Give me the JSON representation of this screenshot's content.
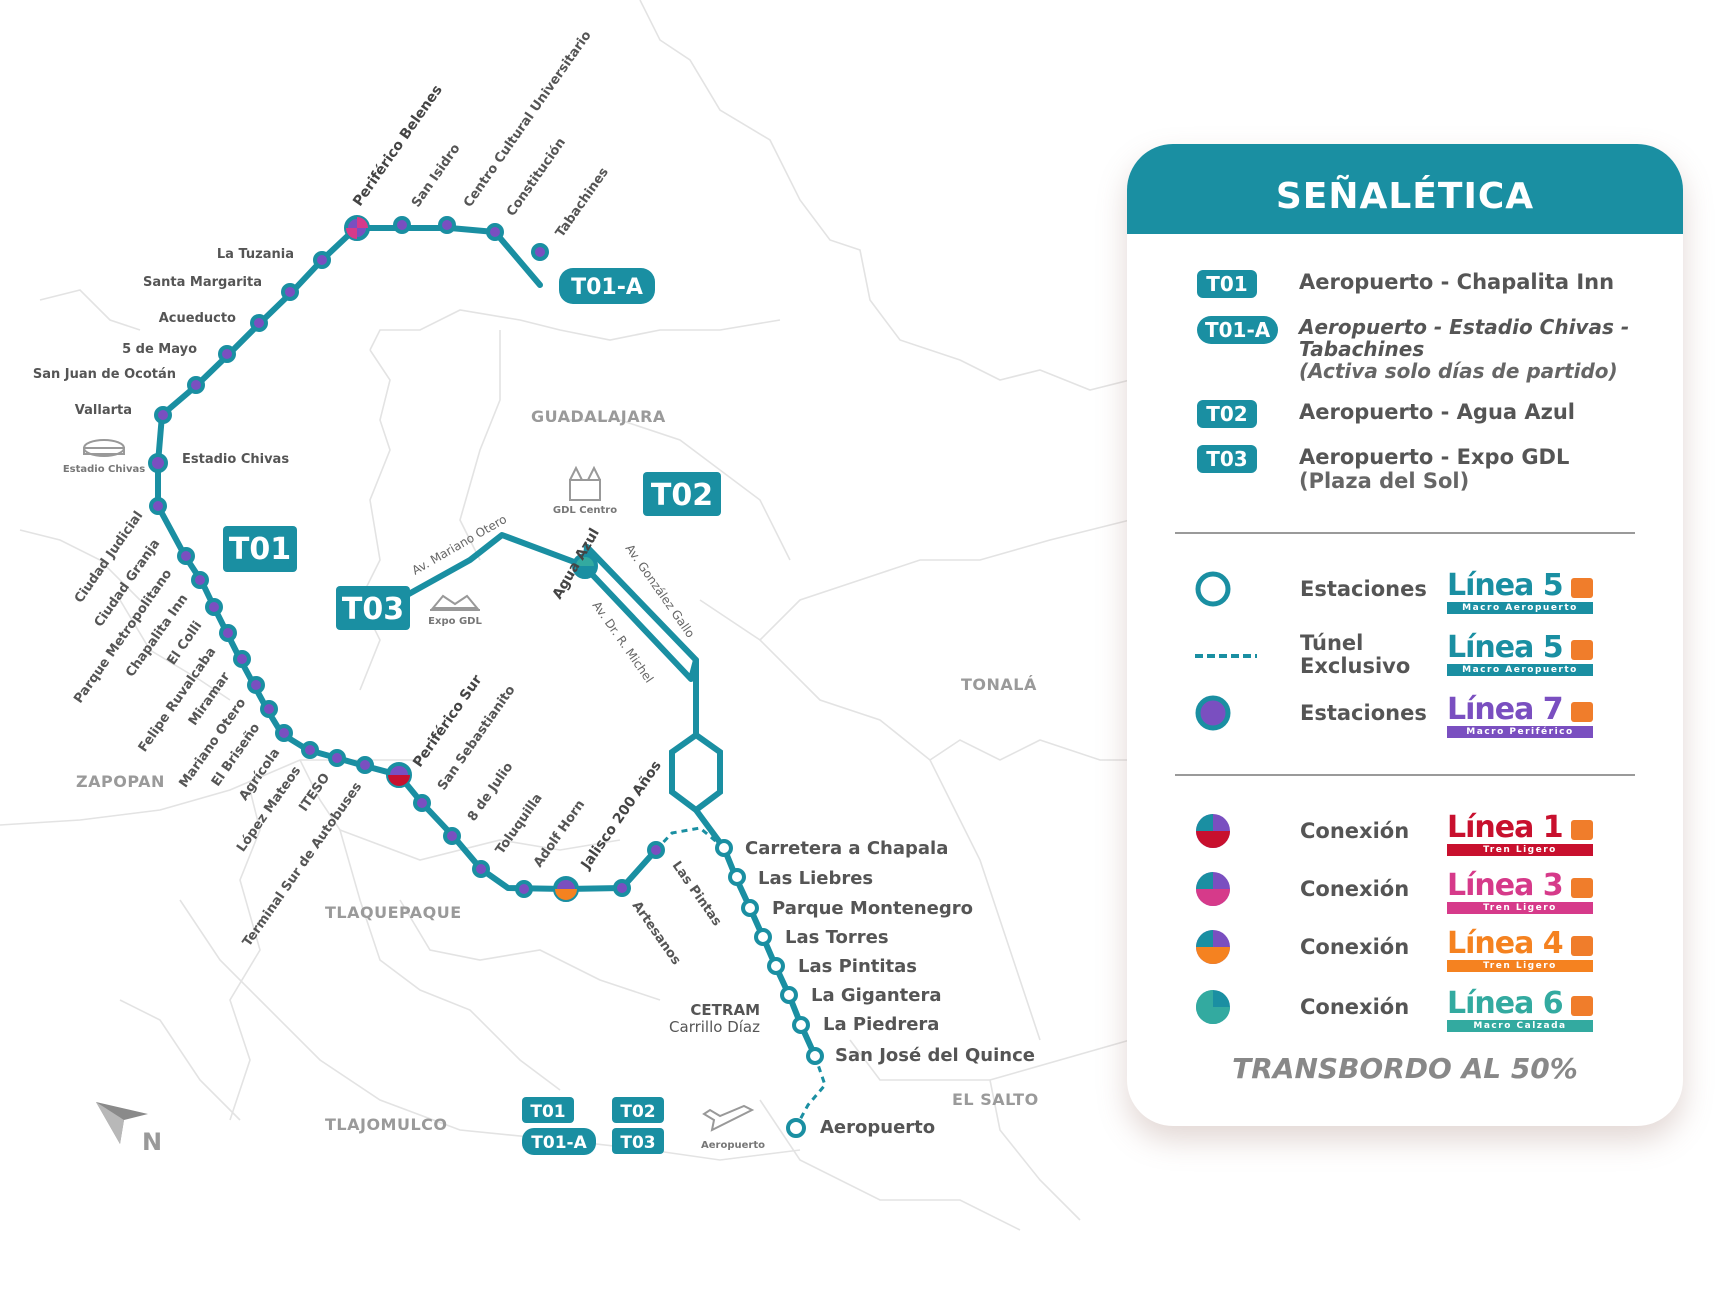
{
  "municipalities": [
    "GUADALAJARA",
    "ZAPOPAN",
    "TLAQUEPAQUE",
    "TLAJOMULCO",
    "TONALÁ",
    "EL SALTO"
  ],
  "route_tags": {
    "t01": "T01",
    "t01a": "T01-A",
    "t02": "T02",
    "t03": "T03"
  },
  "route_t01_stations": [
    "La Tuzania",
    "Santa Margarita",
    "Acueducto",
    "5 de Mayo",
    "San Juan de Ocotán",
    "Vallarta",
    "Estadio Chivas",
    "Ciudad Judicial",
    "Ciudad Granja",
    "Parque Metropolitano",
    "Chapalita Inn",
    "El Colli",
    "Felipe Ruvalcaba",
    "Miramar",
    "Mariano Otero",
    "El Briseño",
    "Agrícola",
    "López Mateos",
    "ITESO",
    "Terminal Sur de Autobuses",
    "Periférico Sur",
    "San Sebastianito",
    "8 de Julio",
    "Toluquilla",
    "Adolf Horn",
    "Jalisco 200 Años",
    "Artesanos",
    "Las Pintas"
  ],
  "route_t01a_stations": [
    "Periférico Belenes",
    "San Isidro",
    "Centro Cultural Universitario",
    "Constitución",
    "Tabachines"
  ],
  "trunk_stations": [
    "Carretera a Chapala",
    "Las Liebres",
    "Parque Montenegro",
    "Las Torres",
    "Las Pintitas",
    "La Gigantera",
    "La Piedrera",
    "San José del Quince",
    "Aeropuerto"
  ],
  "streets": [
    "Av. Mariano Otero",
    "Av. González Gallo",
    "Av. Dr. R. Michel"
  ],
  "places": {
    "agua_azul": "Agua Azul",
    "estadio_icon": "Estadio Chivas",
    "expo_icon": "Expo GDL",
    "gdl_icon": "GDL Centro",
    "airport_icon": "Aeropuerto",
    "cetram_title": "CETRAM",
    "cetram_sub": "Carrillo Díaz"
  },
  "compass": "N",
  "bottom_badges": [
    "T01",
    "T02",
    "T01-A",
    "T03"
  ],
  "legend": {
    "title": "SEÑALÉTICA",
    "routes": [
      {
        "tag": "T01",
        "text": "Aeropuerto - Chapalita Inn",
        "sub": ""
      },
      {
        "tag": "T01-A",
        "text": "Aeropuerto - Estadio Chivas - Tabachines",
        "sub": "(Activa solo días de partido)"
      },
      {
        "tag": "T02",
        "text": "Aeropuerto - Agua Azul",
        "sub": ""
      },
      {
        "tag": "T03",
        "text": "Aeropuerto - Expo GDL",
        "sub": "(Plaza del Sol)"
      }
    ],
    "symbols": [
      {
        "label": "Estaciones",
        "brand": "Línea 5",
        "brand_sub": "Macro Aeropuerto",
        "color": "#1a8fa2"
      },
      {
        "label": "Túnel Exclusivo",
        "brand": "Línea 5",
        "brand_sub": "Macro Aeropuerto",
        "color": "#1a8fa2"
      },
      {
        "label": "Estaciones",
        "brand": "Línea 7",
        "brand_sub": "Macro Periférico",
        "color": "#7a4fc0"
      }
    ],
    "connections": [
      {
        "label": "Conexión",
        "brand": "Línea 1",
        "brand_sub": "Tren Ligero",
        "color": "#c8102e"
      },
      {
        "label": "Conexión",
        "brand": "Línea 3",
        "brand_sub": "Tren Ligero",
        "color": "#d63a8a"
      },
      {
        "label": "Conexión",
        "brand": "Línea 4",
        "brand_sub": "Tren Ligero",
        "color": "#f58220"
      },
      {
        "label": "Conexión",
        "brand": "Línea 6",
        "brand_sub": "Macro Calzada",
        "color": "#33aaa0"
      }
    ],
    "footer": "TRANSBORDO AL 50%"
  },
  "colors": {
    "route": "#1a8fa2",
    "l7": "#7a4fc0",
    "l1": "#c8102e",
    "l3": "#d63a8a",
    "l4": "#f58220",
    "l6": "#33aaa0",
    "boundary": "#e3e3e3"
  }
}
